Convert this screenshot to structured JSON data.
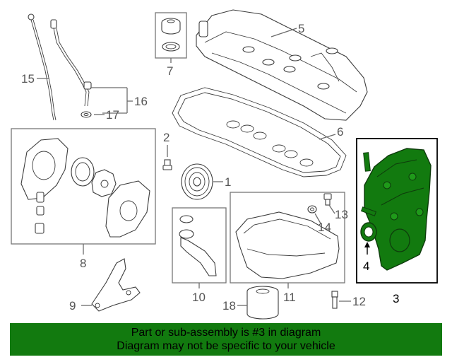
{
  "callouts": {
    "c1": "1",
    "c2": "2",
    "c3": "3",
    "c4": "4",
    "c5": "5",
    "c6": "6",
    "c7": "7",
    "c8": "8",
    "c9": "9",
    "c10": "10",
    "c11": "11",
    "c12": "12",
    "c13": "13",
    "c14": "14",
    "c15": "15",
    "c16": "16",
    "c17": "17",
    "c18": "18"
  },
  "highlight": {
    "part": "3",
    "fill_color": "#127a0f"
  },
  "notice": {
    "line1": "Part or sub-assembly is #3 in diagram",
    "line2": "Diagram may not be specific to your vehicle",
    "background": "#127a0f"
  }
}
